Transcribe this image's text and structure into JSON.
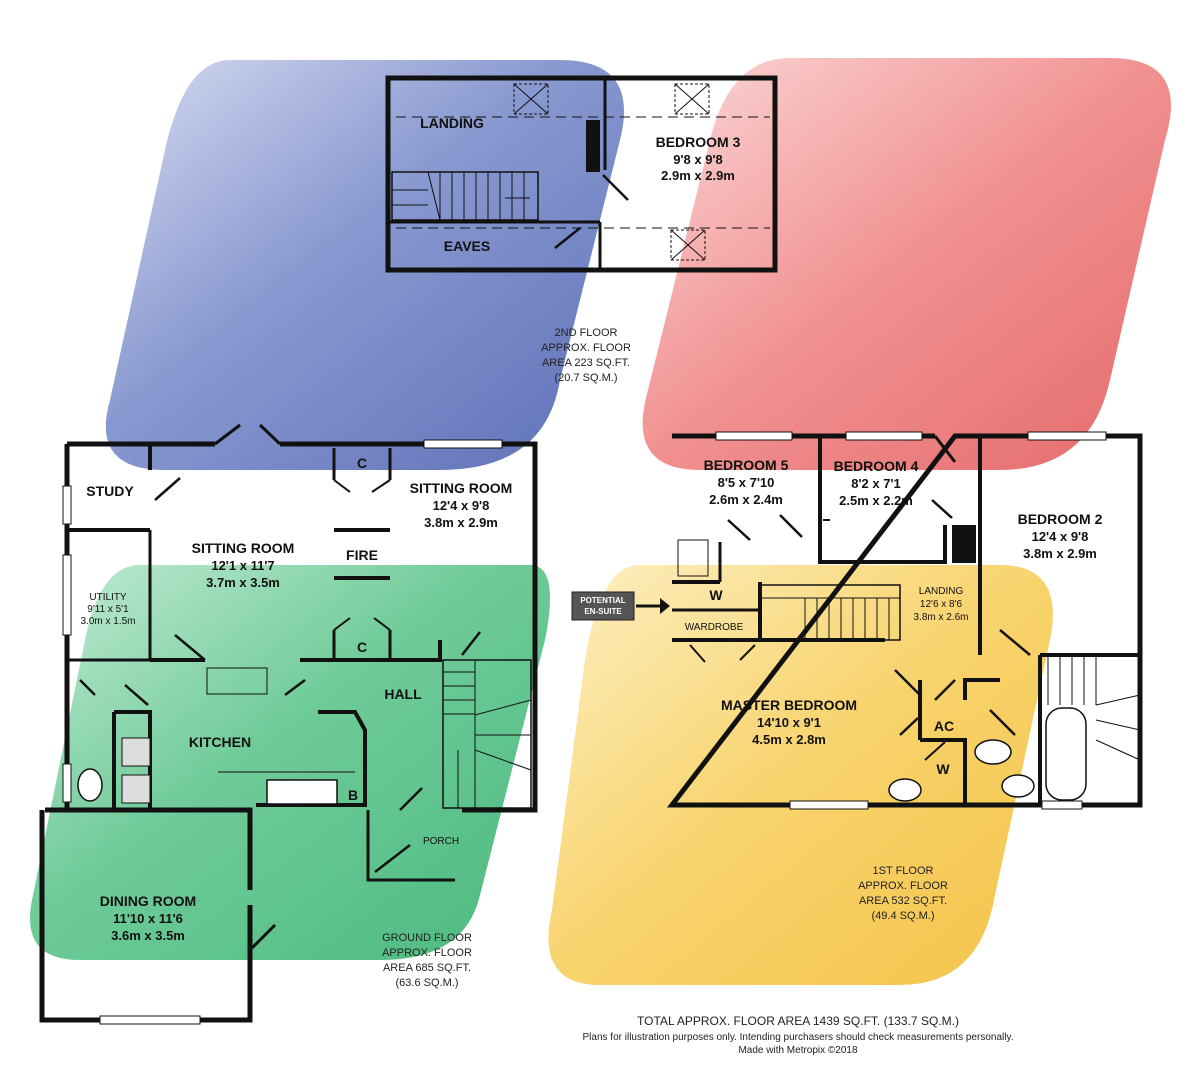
{
  "colors": {
    "blue_blob": "#6f83c4",
    "red_blob": "#ee7c7c",
    "green_blob": "#62c58f",
    "yellow_blob": "#f6cd5c",
    "wall": "#111111"
  },
  "floors": {
    "second": {
      "rooms": {
        "landing": "LANDING",
        "bedroom3": "BEDROOM 3",
        "bedroom3_imperial": "9'8 x 9'8",
        "bedroom3_metric": "2.9m x 2.9m",
        "eaves": "EAVES"
      },
      "area_lines": [
        "2ND FLOOR",
        "APPROX. FLOOR",
        "AREA 223 SQ.FT.",
        "(20.7 SQ.M.)"
      ]
    },
    "ground": {
      "rooms": {
        "study": "STUDY",
        "sitting_room_main": "SITTING ROOM",
        "sitting_room_main_imperial": "12'1 x 11'7",
        "sitting_room_main_metric": "3.7m x 3.5m",
        "sitting_room_2": "SITTING ROOM",
        "sitting_room_2_imperial": "12'4 x 9'8",
        "sitting_room_2_metric": "3.8m x 2.9m",
        "fire": "FIRE",
        "cupboard_top": "C",
        "cupboard_mid": "C",
        "utility": "UTILITY",
        "utility_imperial": "9'11 x 5'1",
        "utility_metric": "3.0m x 1.5m",
        "kitchen": "KITCHEN",
        "boiler": "B",
        "hall": "HALL",
        "porch": "PORCH",
        "dining_room": "DINING ROOM",
        "dining_room_imperial": "11'10 x 11'6",
        "dining_room_metric": "3.6m x 3.5m"
      },
      "area_lines": [
        "GROUND FLOOR",
        "APPROX. FLOOR",
        "AREA 685 SQ.FT.",
        "(63.6 SQ.M.)"
      ]
    },
    "first": {
      "rooms": {
        "bedroom5": "BEDROOM 5",
        "bedroom5_imperial": "8'5 x 7'10",
        "bedroom5_metric": "2.6m x 2.4m",
        "bedroom4": "BEDROOM 4",
        "bedroom4_imperial": "8'2 x 7'1",
        "bedroom4_metric": "2.5m x 2.2m",
        "bedroom2": "BEDROOM 2",
        "bedroom2_imperial": "12'4 x 9'8",
        "bedroom2_metric": "3.8m x 2.9m",
        "wardrobe_w": "W",
        "wardrobe": "WARDROBE",
        "landing": "LANDING",
        "landing_imperial": "12'6 x 8'6",
        "landing_metric": "3.8m x 2.6m",
        "master": "MASTER BEDROOM",
        "master_imperial": "14'10 x 9'1",
        "master_metric": "4.5m x 2.8m",
        "ac": "AC",
        "w2": "W"
      },
      "area_lines": [
        "1ST FLOOR",
        "APPROX. FLOOR",
        "AREA 532 SQ.FT.",
        "(49.4 SQ.M.)"
      ]
    }
  },
  "potential_tag": [
    "POTENTIAL",
    "EN-SUITE"
  ],
  "footer": {
    "total": "TOTAL APPROX. FLOOR AREA 1439 SQ.FT. (133.7 SQ.M.)",
    "disclaimer": "Plans for illustration purposes only. Intending purchasers should check measurements personally.",
    "credit": "Made with Metropix ©2018"
  }
}
